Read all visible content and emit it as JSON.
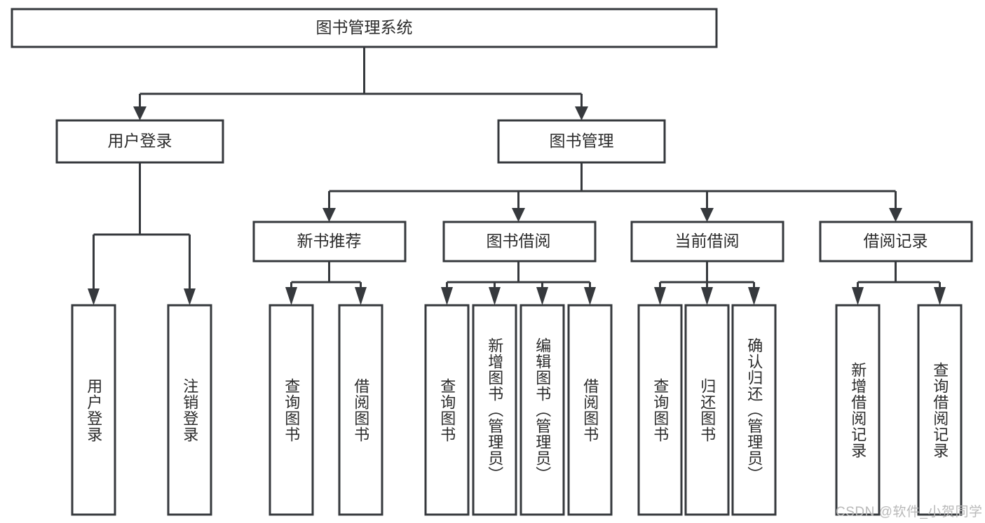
{
  "diagram": {
    "title": "图书管理系统",
    "type": "hierarchy-tree",
    "colors": {
      "box_stroke": "#36393d",
      "box_fill": "#ffffff",
      "text": "#2b2b2b",
      "watermark": "#b9b9b9",
      "background": "#ffffff"
    },
    "levels": {
      "root": {
        "label": "图书管理系统"
      },
      "level2": [
        {
          "label": "用户登录"
        },
        {
          "label": "图书管理"
        }
      ],
      "level3": [
        {
          "label": "新书推荐"
        },
        {
          "label": "图书借阅"
        },
        {
          "label": "当前借阅"
        },
        {
          "label": "借阅记录"
        }
      ],
      "leaves": [
        {
          "label": "用户登录"
        },
        {
          "label": "注销登录"
        },
        {
          "label": "查询图书"
        },
        {
          "label": "借阅图书"
        },
        {
          "label": "查询图书"
        },
        {
          "label": "新增图书（管理员）"
        },
        {
          "label": "编辑图书（管理员）"
        },
        {
          "label": "借阅图书"
        },
        {
          "label": "查询图书"
        },
        {
          "label": "归还图书"
        },
        {
          "label": "确认归还（管理员）"
        },
        {
          "label": "新增借阅记录"
        },
        {
          "label": "查询借阅记录"
        }
      ]
    },
    "edges": [
      {
        "from": "图书管理系统",
        "to": "用户登录"
      },
      {
        "from": "图书管理系统",
        "to": "图书管理"
      },
      {
        "from": "图书管理",
        "to": "新书推荐"
      },
      {
        "from": "图书管理",
        "to": "图书借阅"
      },
      {
        "from": "图书管理",
        "to": "当前借阅"
      },
      {
        "from": "图书管理",
        "to": "借阅记录"
      },
      {
        "from": "用户登录",
        "to": "用户登录"
      },
      {
        "from": "用户登录",
        "to": "注销登录"
      },
      {
        "from": "新书推荐",
        "to": "查询图书"
      },
      {
        "from": "新书推荐",
        "to": "借阅图书"
      },
      {
        "from": "图书借阅",
        "to": "查询图书"
      },
      {
        "from": "图书借阅",
        "to": "新增图书（管理员）"
      },
      {
        "from": "图书借阅",
        "to": "编辑图书（管理员）"
      },
      {
        "from": "图书借阅",
        "to": "借阅图书"
      },
      {
        "from": "当前借阅",
        "to": "查询图书"
      },
      {
        "from": "当前借阅",
        "to": "归还图书"
      },
      {
        "from": "当前借阅",
        "to": "确认归还（管理员）"
      },
      {
        "from": "借阅记录",
        "to": "新增借阅记录"
      },
      {
        "from": "借阅记录",
        "to": "查询借阅记录"
      }
    ]
  },
  "watermark": {
    "text": "CSDN @软件_小贺同学"
  }
}
